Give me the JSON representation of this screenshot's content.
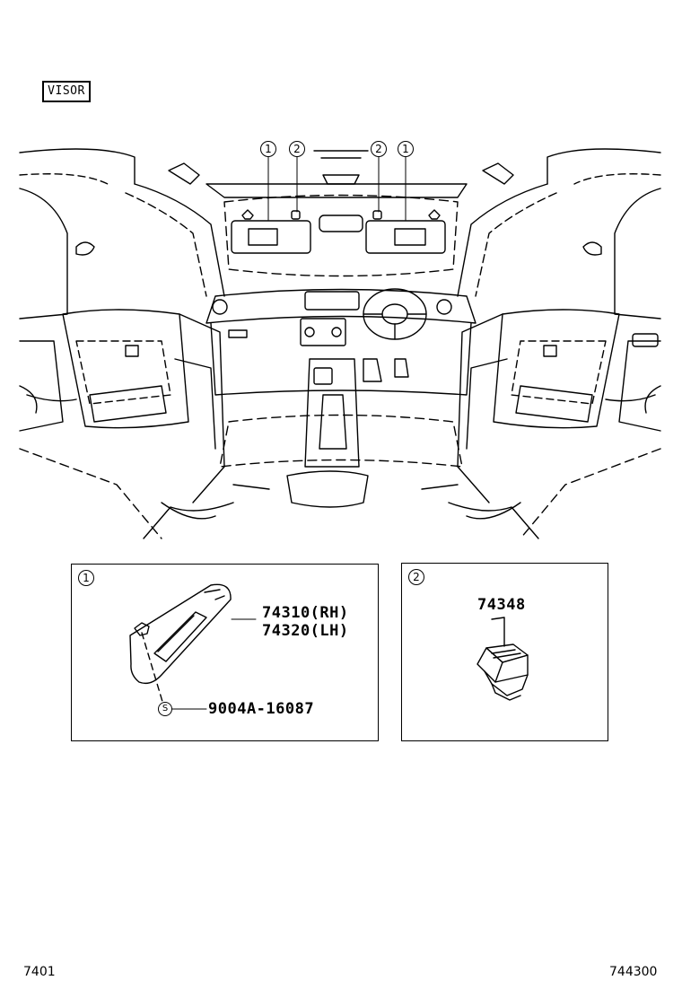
{
  "title_tag": "VISOR",
  "callouts": {
    "main": [
      "1",
      "2",
      "2",
      "1"
    ],
    "panel1": "1",
    "panel2": "2"
  },
  "panel1": {
    "parts": [
      "74310(RH)",
      "74320(LH)"
    ],
    "screw_symbol": "S",
    "screw_part": "9004A-16087"
  },
  "panel2": {
    "part": "74348"
  },
  "footer": {
    "left": "7401",
    "right": "744300"
  }
}
